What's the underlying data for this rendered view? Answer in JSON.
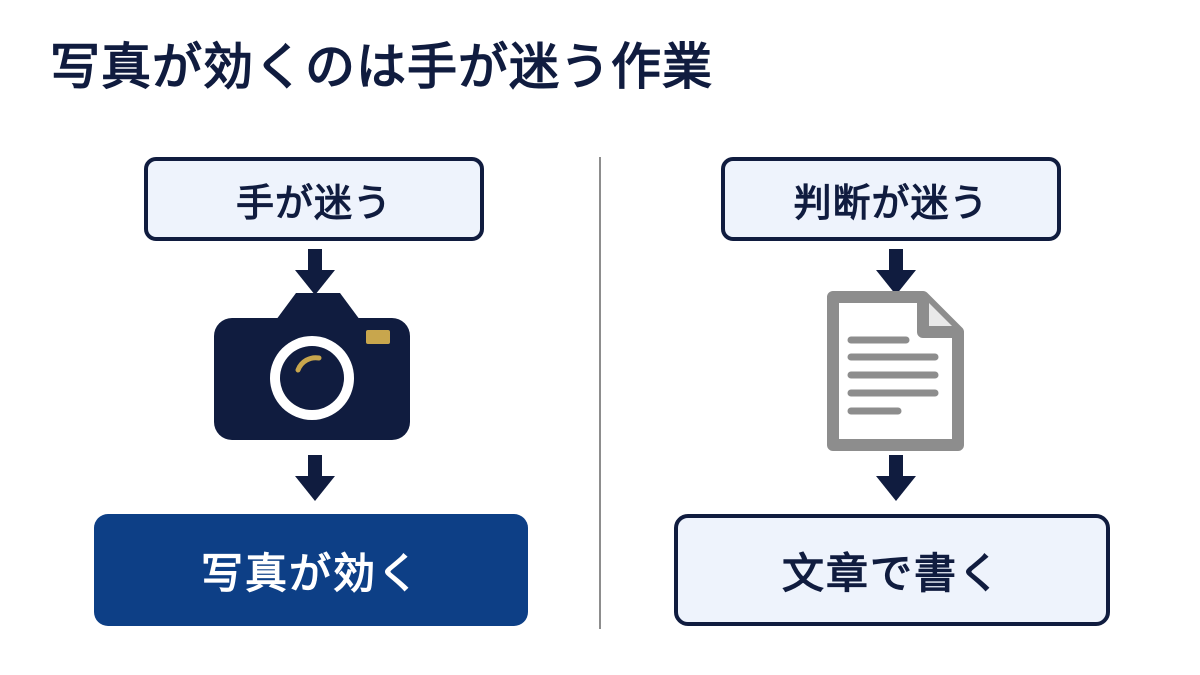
{
  "title": "写真が効くのは手が迷う作業",
  "left_column": {
    "top_label": "手が迷う",
    "icon": "camera-icon",
    "bottom_label": "写真が効く"
  },
  "right_column": {
    "top_label": "判断が迷う",
    "icon": "document-icon",
    "bottom_label": "文章で書く"
  },
  "colors": {
    "navy": "#101c3f",
    "blue": "#0d3f86",
    "light_box": "#eef3fc",
    "gold": "#c8a64d",
    "gray": "#8d8d8d"
  }
}
